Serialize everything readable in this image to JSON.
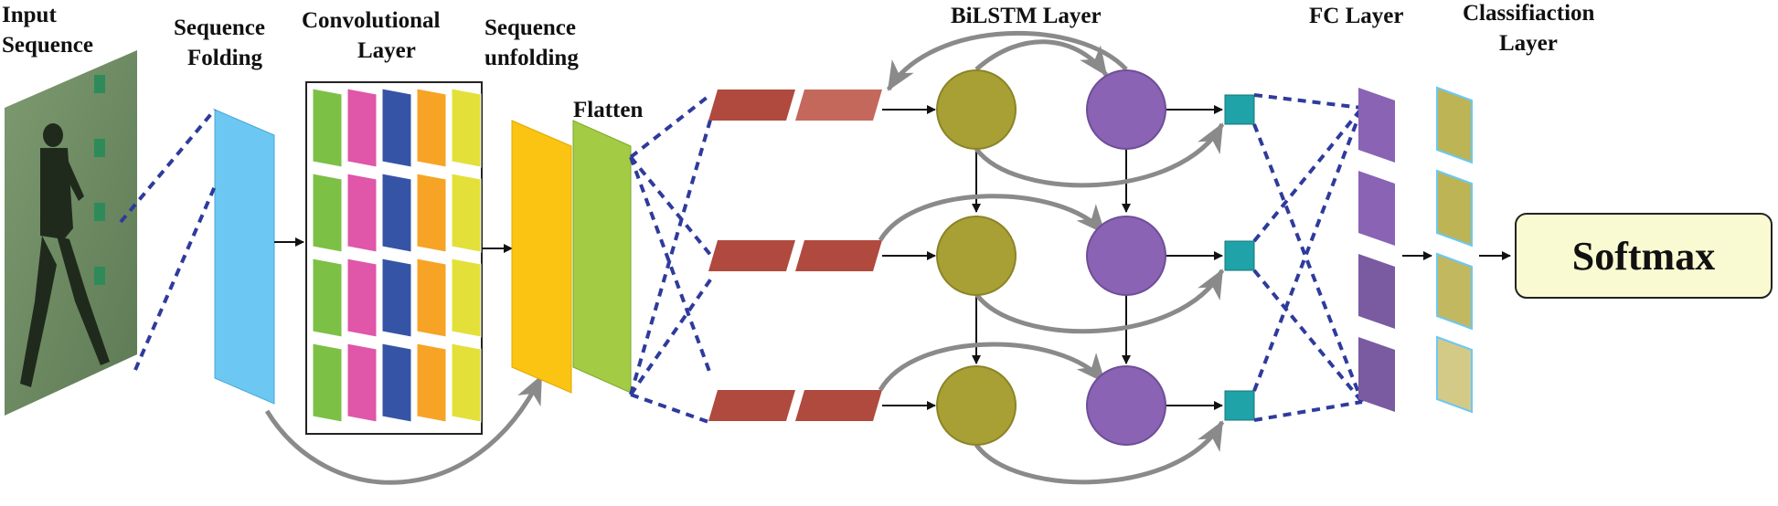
{
  "labels": {
    "input_sequence": [
      "Input",
      "Sequence"
    ],
    "sequence_folding": [
      "Sequence",
      "Folding"
    ],
    "convolutional_layer": [
      "Convolutional",
      "Layer"
    ],
    "sequence_unfolding": [
      "Sequence",
      "unfolding"
    ],
    "flatten": "Flatten",
    "bilstm_layer": "BiLSTM Layer",
    "fc_layer": "FC Layer",
    "classification_layer": [
      "Classifiaction",
      "Layer"
    ],
    "softmax": "Softmax"
  },
  "colors": {
    "input_frame": "#6f8f64",
    "folding_panel": "#6cc8f2",
    "conv_columns": [
      "#7cc045",
      "#e056a8",
      "#3554a6",
      "#f7a325",
      "#e3e03a"
    ],
    "unfolding_panel": "#fbc412",
    "flatten_panel": "#a3cc44",
    "seq_cell_dark": "#b04a3e",
    "seq_cell_light": "#c4685c",
    "lstm_forward": "#a8a034",
    "lstm_backward": "#8a63b4",
    "fc_node": "#1fa2a8",
    "fc_layer": "#8a63b4",
    "class_layer": "#bdb455",
    "softmax_fill": "#fafad2",
    "dashed_line": "#2e3b9c",
    "curve_arrow": "#8a8a8a"
  }
}
